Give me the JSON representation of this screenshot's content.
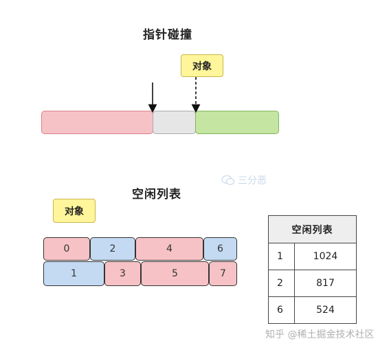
{
  "top": {
    "title": "指针碰撞",
    "object_label": "对象"
  },
  "bottom": {
    "title": "空闲列表",
    "object_label": "对象",
    "blocks_row1": [
      "0",
      "2",
      "4",
      "6"
    ],
    "blocks_row2": [
      "1",
      "3",
      "5",
      "7"
    ]
  },
  "table": {
    "header": "空闲列表",
    "rows": [
      {
        "index": "1",
        "size": "1024"
      },
      {
        "index": "2",
        "size": "817"
      },
      {
        "index": "6",
        "size": "524"
      }
    ]
  },
  "watermarks": {
    "center": "三分恶",
    "footer": "知乎 @稀土掘金技术社区"
  },
  "colors": {
    "allocated": "#f7c2c6",
    "free": "#c4daf2",
    "pointer_gap": "#e6e6e6",
    "free_region": "#c4e6a2",
    "tag": "#fff59a"
  }
}
